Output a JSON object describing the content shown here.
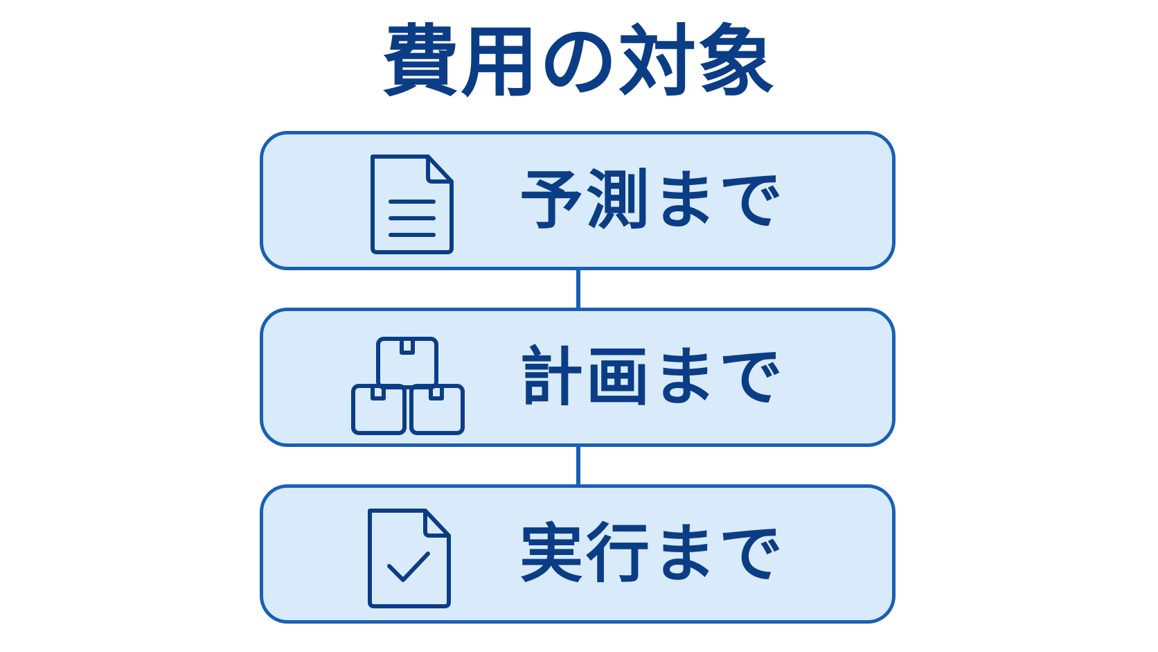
{
  "title": "費用の対象",
  "colors": {
    "accent": "#1a5fb4",
    "text": "#0b3d86",
    "card_fill": "#d9ebfa",
    "background": "#ffffff"
  },
  "stages": [
    {
      "label": "予測まで",
      "icon": "document-lines-icon"
    },
    {
      "label": "計画まで",
      "icon": "stacked-boxes-icon"
    },
    {
      "label": "実行まで",
      "icon": "document-check-icon"
    }
  ]
}
